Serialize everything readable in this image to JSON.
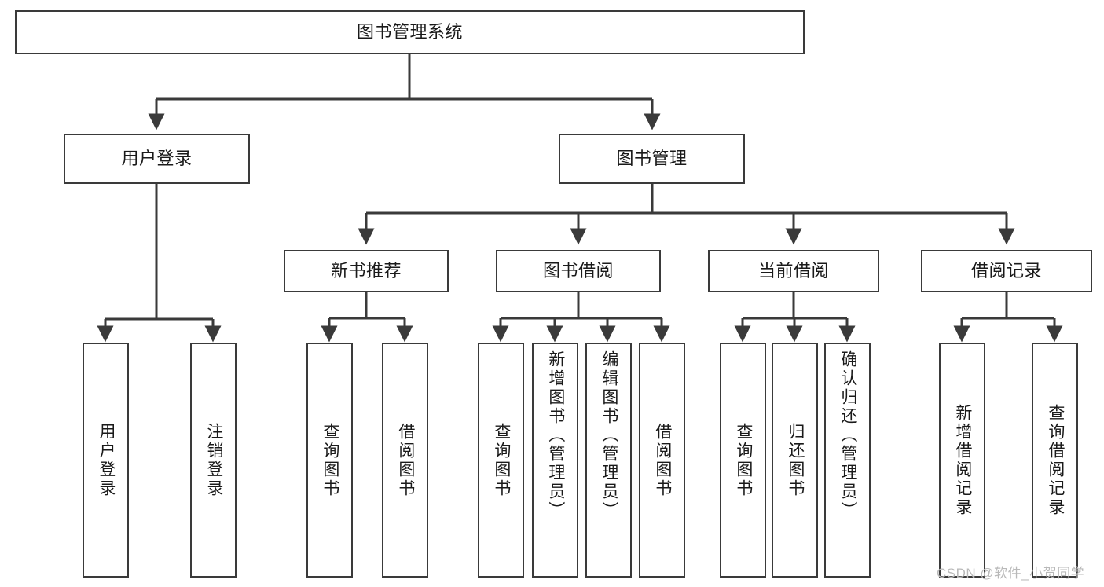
{
  "diagram": {
    "title": "图书管理系统",
    "type": "tree",
    "root": {
      "label": "图书管理系统"
    },
    "level2": [
      {
        "label": "用户登录"
      },
      {
        "label": "图书管理"
      }
    ],
    "level3": [
      {
        "label": "新书推荐"
      },
      {
        "label": "图书借阅"
      },
      {
        "label": "当前借阅"
      },
      {
        "label": "借阅记录"
      }
    ],
    "leaves": {
      "user_login": [
        {
          "label": "用户登录"
        },
        {
          "label": "注销登录"
        }
      ],
      "new_book_recommend": [
        {
          "label": "查询图书"
        },
        {
          "label": "借阅图书"
        }
      ],
      "book_borrow": [
        {
          "label": "查询图书"
        },
        {
          "label": "新增图书（管理员）"
        },
        {
          "label": "编辑图书（管理员）"
        },
        {
          "label": "借阅图书"
        }
      ],
      "current_borrow": [
        {
          "label": "查询图书"
        },
        {
          "label": "归还图书"
        },
        {
          "label": "确认归还（管理员）"
        }
      ],
      "borrow_record": [
        {
          "label": "新增借阅记录"
        },
        {
          "label": "查询借阅记录"
        }
      ]
    },
    "watermark": "CSDN @软件_小贺同学",
    "colors": {
      "stroke": "#3a3a3a",
      "fill": "#ffffff",
      "text": "#1a1a1a",
      "watermark": "#b9b9b9"
    }
  }
}
